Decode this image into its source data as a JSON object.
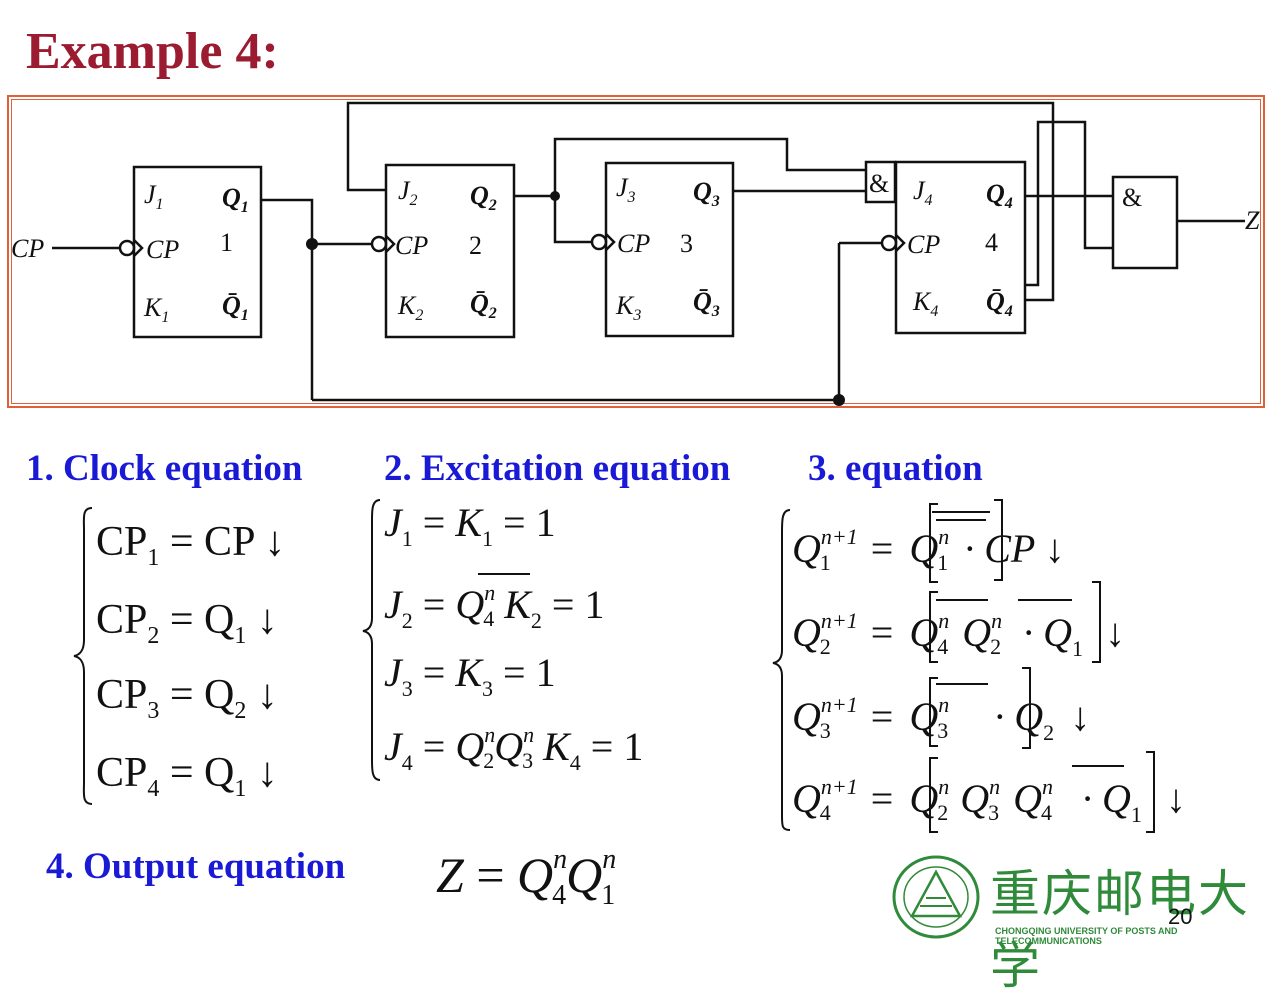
{
  "title": "Example 4:",
  "circuit": {
    "ff1": {
      "j": "J",
      "js": "1",
      "q": "Q",
      "qs": "1",
      "cp": "CP",
      "num": "1",
      "k": "K",
      "ks": "1",
      "qb": "Q̄",
      "qbs": "1"
    },
    "ff2": {
      "j": "J",
      "js": "2",
      "q": "Q",
      "qs": "2",
      "cp": "CP",
      "num": "2",
      "k": "K",
      "ks": "2",
      "qb": "Q̄",
      "qbs": "2"
    },
    "ff3": {
      "j": "J",
      "js": "3",
      "q": "Q",
      "qs": "3",
      "cp": "CP",
      "num": "3",
      "k": "K",
      "ks": "3",
      "qb": "Q̄",
      "qbs": "3"
    },
    "ff4": {
      "j": "J",
      "js": "4",
      "q": "Q",
      "qs": "4",
      "cp": "CP",
      "num": "4",
      "k": "K",
      "ks": "4",
      "qb": "Q̄",
      "qbs": "4"
    },
    "input_label": "CP",
    "and_small": "&",
    "and_out": "&",
    "output_label": "Z"
  },
  "sections": {
    "clock": "1. Clock equation",
    "excitation": "2. Excitation equation",
    "state": "3. equation",
    "output": "4. Output equation"
  },
  "clock_eq": [
    "CP",
    "1",
    "= CP ↓",
    "CP",
    "2",
    "= Q",
    "1",
    "↓",
    "CP",
    "3",
    "= Q",
    "2",
    "↓",
    "CP",
    "4",
    "= Q",
    "1",
    "↓"
  ],
  "page_number": "20",
  "logo": {
    "chinese": "重庆邮电大学",
    "english": "CHONGQING UNIVERSITY OF POSTS AND TELECOMMUNICATIONS"
  },
  "colors": {
    "title": "#9b1b30",
    "section": "#1a1ad6",
    "frame": "#e0603a",
    "logo": "#2f8a3a"
  }
}
